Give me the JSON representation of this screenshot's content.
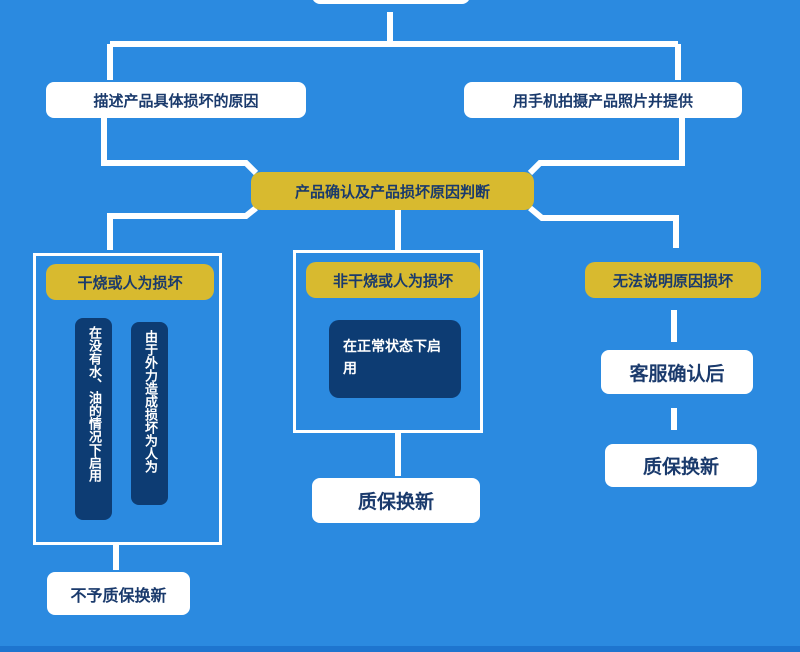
{
  "nodes": {
    "describe_reason": "描述产品具体损坏的原因",
    "photo_provide": "用手机拍摄产品照片并提供",
    "confirm_judge": "产品确认及产品损坏原因判断",
    "dry_or_human": "干烧或人为损坏",
    "not_dry_or_human": "非干烧或人为损坏",
    "cannot_explain": "无法说明原因损坏",
    "no_water_oil": "在没有水、油的情况下启用",
    "external_force": "由于外力造成损坏为人为",
    "normal_state": "在正常状态下启用",
    "no_warranty": "不予质保换新",
    "warranty_center": "质保换新",
    "service_confirm": "客服确认后",
    "warranty_right": "质保换新"
  },
  "colors": {
    "background": "#2b8ae0",
    "yellow": "#d8ba2f",
    "dark_navy": "#0d3c73",
    "text_navy": "#1a3a6c",
    "line": "#ffffff"
  }
}
